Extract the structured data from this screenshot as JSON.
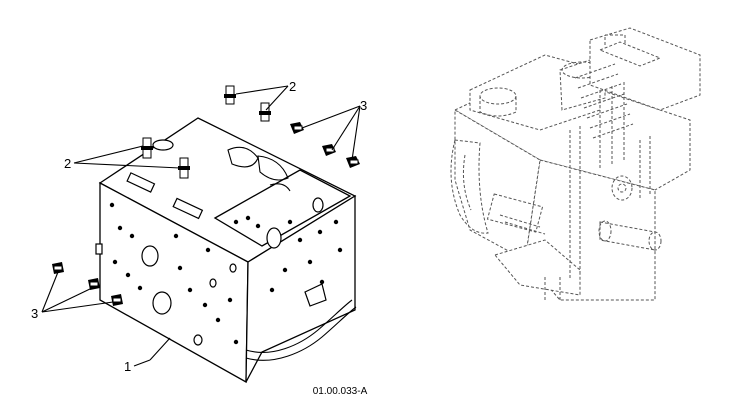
{
  "callouts": {
    "c1": "1",
    "c2a": "2",
    "c2b": "2",
    "c3a": "3",
    "c3b": "3"
  },
  "figure_id": "01.00.033-A"
}
